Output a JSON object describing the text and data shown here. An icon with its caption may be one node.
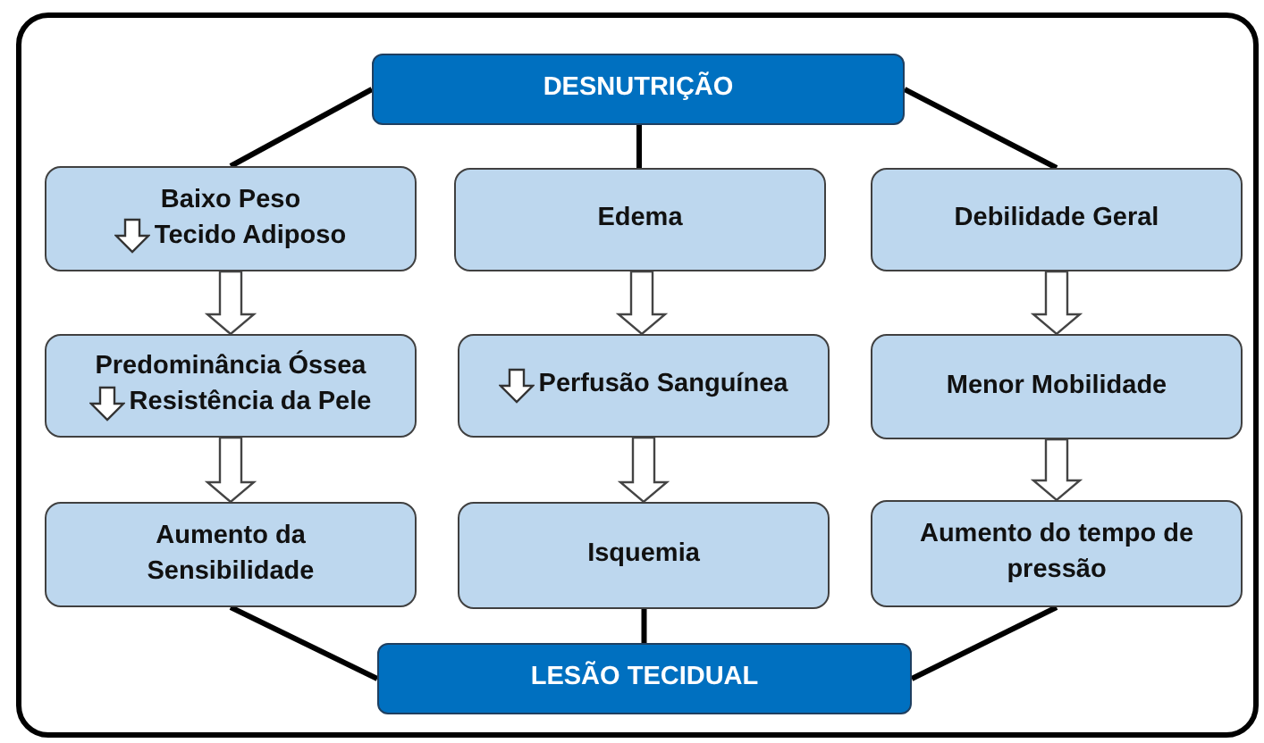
{
  "diagram": {
    "nodes": [
      {
        "text": [
          "DESNUTRIÇÃO"
        ]
      },
      {
        "text": [
          "Baixo Peso",
          "Tecido Adiposo"
        ]
      },
      {
        "text": [
          "Edema"
        ]
      },
      {
        "text": [
          "Debilidade Geral"
        ]
      },
      {
        "text": [
          "Predominância Óssea",
          "Resistência da Pele"
        ]
      },
      {
        "text": [
          "Perfusão Sanguínea"
        ]
      },
      {
        "text": [
          "Menor Mobilidade"
        ]
      },
      {
        "text": [
          "Aumento da Sensibilidade"
        ]
      },
      {
        "text": [
          "Isquemia"
        ]
      },
      {
        "text": [
          "Aumento do tempo de pressão"
        ]
      },
      {
        "text": [
          "LESÃO TECIDUAL"
        ]
      }
    ],
    "edges": [
      {
        "from": 0,
        "to": 1,
        "arrow": "none"
      },
      {
        "from": 0,
        "to": 2,
        "arrow": "none"
      },
      {
        "from": 0,
        "to": 3,
        "arrow": "none"
      },
      {
        "from": 1,
        "to": 4,
        "arrow": "to"
      },
      {
        "from": 4,
        "to": 7,
        "arrow": "to"
      },
      {
        "from": 2,
        "to": 5,
        "arrow": "to"
      },
      {
        "from": 5,
        "to": 8,
        "arrow": "to"
      },
      {
        "from": 3,
        "to": 6,
        "arrow": "to"
      },
      {
        "from": 6,
        "to": 9,
        "arrow": "to"
      },
      {
        "from": 7,
        "to": 10,
        "arrow": "none"
      },
      {
        "from": 8,
        "to": 10,
        "arrow": "none"
      },
      {
        "from": 9,
        "to": 10,
        "arrow": "none"
      }
    ]
  }
}
